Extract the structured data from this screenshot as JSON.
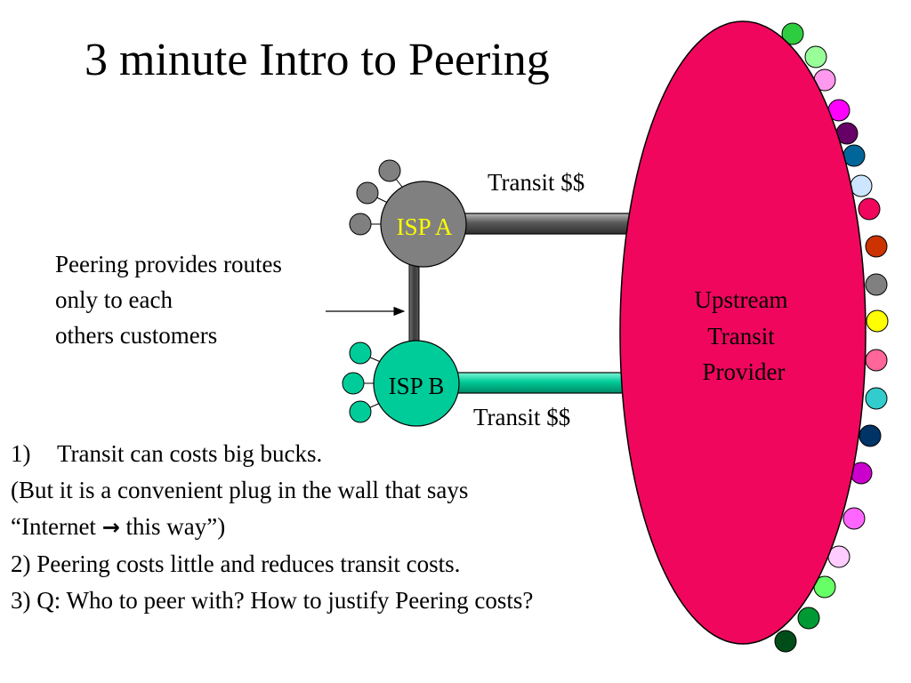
{
  "slide": {
    "title": "3 minute Intro to Peering"
  },
  "diagram": {
    "isp_a": {
      "label": "ISP A",
      "color": "#808080",
      "label_color": "#ffff00"
    },
    "isp_b": {
      "label": "ISP B",
      "color": "#00cc99",
      "label_color": "#000000"
    },
    "upstream": {
      "label_lines": [
        "Upstream",
        "Transit",
        "Provider"
      ],
      "color": "#f0075d"
    },
    "link_top_label": "Transit $$",
    "link_bottom_label": "Transit $$",
    "peering_note_lines": [
      "Peering provides routes",
      "only to each",
      "others customers"
    ],
    "isp_a_customer_color": "#808080",
    "isp_b_customer_color": "#00cc99",
    "provider_customer_colors": [
      "#2ecc40",
      "#99ff99",
      "#ff99ee",
      "#ff00ff",
      "#660066",
      "#006699",
      "#cce6ff",
      "#f0075d",
      "#cc3300",
      "#808080",
      "#ffff00",
      "#ff6699",
      "#33cccc",
      "#003366",
      "#cc00cc",
      "#ff66ff",
      "#ffccff",
      "#66ff66",
      "#009933",
      "#004d1a"
    ]
  },
  "points": {
    "p1_num": "1)",
    "p1_text": "Transit can costs big bucks.",
    "p1_sub1": "(But it is a convenient plug in the wall that says",
    "p1_sub2_pre": "“Internet",
    "p1_sub2_arrow": "→",
    "p1_sub2_post": "this way”)",
    "p2": "2) Peering costs little and reduces transit costs.",
    "p3": "3) Q: Who to peer with? How to justify Peering costs?"
  }
}
